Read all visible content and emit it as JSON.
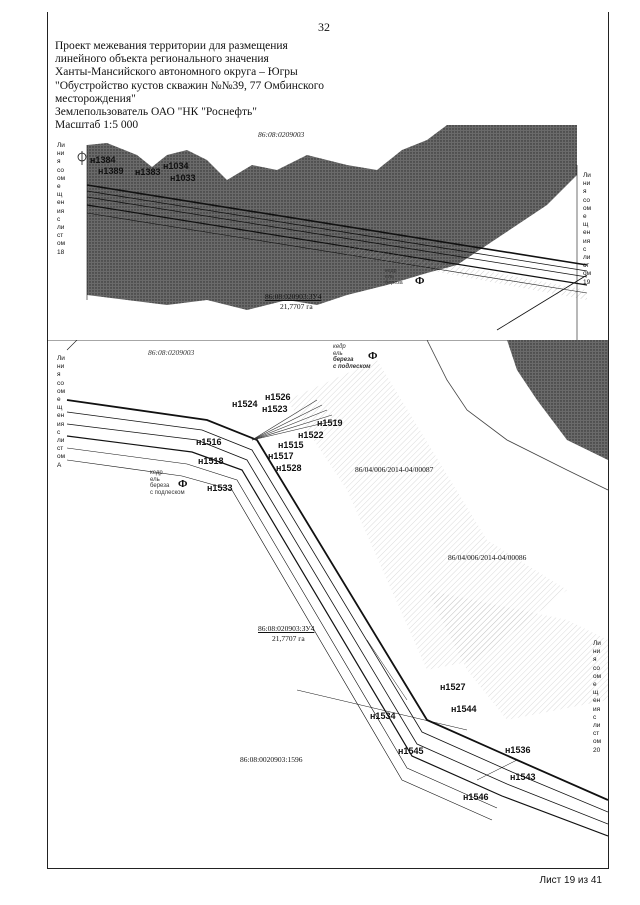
{
  "page_number": "32",
  "header": {
    "lines": [
      "Проект межевания территории для размещения",
      "линейного объекта регионального значения",
      "Ханты-Мансийского автономного округа – Югры",
      "\"Обустройство кустов скважин №№39, 77 Омбинского",
      "месторождения\"",
      "Землепользователь ОАО \"НК \"Роснефть\"",
      "Масштаб 1:5 000"
    ]
  },
  "sheet_label": "Лист 19 из 41",
  "map1": {
    "cadastral_top": "86:08:0209003",
    "parcel": "86:08:020903:ЗУ4",
    "area": "21,7707 га",
    "points": [
      "н1384",
      "н1389",
      "н1383",
      "н1034",
      "н1033"
    ],
    "vert_left_index": "18",
    "vert_right_index": "19",
    "forest_label": [
      "кедр",
      "ель",
      "береза"
    ]
  },
  "map2": {
    "cadastral_top": "86:08:0209003",
    "parcel_main": "86/04/006/2014-04/00087",
    "parcel_second": "86/04/006/2014-04/00086",
    "parcel_zu": "86:08:020903:ЗУ4",
    "area": "21,7707 га",
    "cadastral_bottom": "86:08:0020903:1596",
    "points": [
      "н1526",
      "н1524",
      "н1523",
      "н1519",
      "н1522",
      "н1516",
      "н1515",
      "н1517",
      "н1518",
      "н1528",
      "н1533",
      "н1527",
      "н1544",
      "н1534",
      "н1545",
      "н1536",
      "н1543",
      "н1546"
    ],
    "forest_top": [
      "кедр",
      "ель",
      "береза",
      "с подлеском"
    ],
    "forest_left": [
      "кедр",
      "ель",
      "береза",
      "с подлеском"
    ],
    "vert_left_index": "A",
    "vert_right_index": "20"
  },
  "vertical_legend": [
    "Ли",
    "ни",
    "я",
    "со",
    "ом",
    "е",
    "щ",
    "ен",
    "ия",
    "с",
    "ли",
    "ст",
    "ом"
  ]
}
